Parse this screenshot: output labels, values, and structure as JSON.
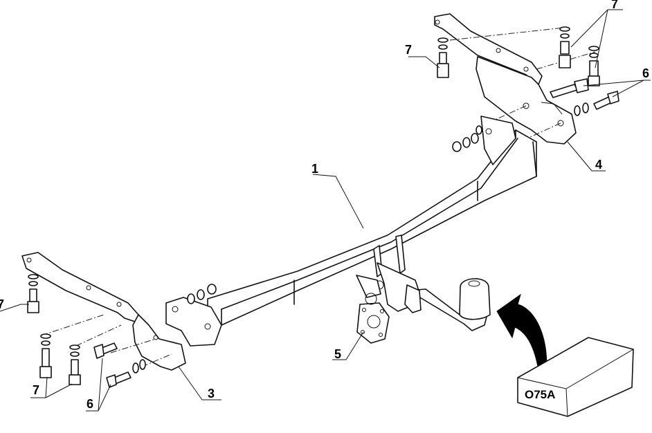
{
  "diagram": {
    "labels": {
      "part_1": "1",
      "part_3": "3",
      "part_4": "4",
      "part_5": "5",
      "part_6_left": "6",
      "part_6_right": "6",
      "part_7_left_top": "7",
      "part_7_left_bottom": "7",
      "part_7_right_left": "7",
      "part_7_right_right": "7"
    },
    "model_code": "O75A"
  }
}
